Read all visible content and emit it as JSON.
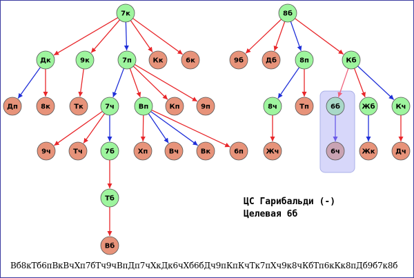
{
  "colors": {
    "internal_node": "#9ef59e",
    "leaf_node": "#e7937a",
    "highlight_internal": "#a8d8c8",
    "highlight_leaf": "#c9a3b3",
    "highlight_box": "#d7d7fa",
    "edge_red": "#e8262a",
    "edge_blue": "#1f2fd8",
    "edge_pink": "#f0607a",
    "edge_violet": "#6a5ae8"
  },
  "nodes": [
    {
      "id": "n7k",
      "label": "7к"
    },
    {
      "id": "nDk",
      "label": "Дк"
    },
    {
      "id": "n9k",
      "label": "9к"
    },
    {
      "id": "n7p",
      "label": "7п"
    },
    {
      "id": "nKk",
      "label": "Кк"
    },
    {
      "id": "n6k",
      "label": "6к"
    },
    {
      "id": "nDp",
      "label": "Дп"
    },
    {
      "id": "n8k",
      "label": "8к"
    },
    {
      "id": "nTk",
      "label": "Тк"
    },
    {
      "id": "n7ch",
      "label": "7ч"
    },
    {
      "id": "nVp",
      "label": "Вп"
    },
    {
      "id": "nKp",
      "label": "Кп"
    },
    {
      "id": "n9p",
      "label": "9п"
    },
    {
      "id": "n9ch",
      "label": "9ч"
    },
    {
      "id": "nTch",
      "label": "Тч"
    },
    {
      "id": "n7b",
      "label": "7б"
    },
    {
      "id": "nKhp",
      "label": "Хп"
    },
    {
      "id": "nBch",
      "label": "Вч"
    },
    {
      "id": "nVk",
      "label": "Вк"
    },
    {
      "id": "n6p",
      "label": "6п"
    },
    {
      "id": "nTb",
      "label": "Тб"
    },
    {
      "id": "nVb",
      "label": "Вб"
    },
    {
      "id": "n8b",
      "label": "8б"
    },
    {
      "id": "n9b",
      "label": "9б"
    },
    {
      "id": "nDb",
      "label": "Дб"
    },
    {
      "id": "n8p",
      "label": "8п"
    },
    {
      "id": "nKb",
      "label": "Кб"
    },
    {
      "id": "n8ch",
      "label": "8ч"
    },
    {
      "id": "nTp",
      "label": "Тп"
    },
    {
      "id": "n6b",
      "label": "6б"
    },
    {
      "id": "nZhb",
      "label": "Жб"
    },
    {
      "id": "nKch",
      "label": "Кч"
    },
    {
      "id": "nZhch",
      "label": "Жч"
    },
    {
      "id": "n6ch",
      "label": "6ч"
    },
    {
      "id": "nZhk",
      "label": "Жк"
    },
    {
      "id": "nDch",
      "label": "Дч"
    }
  ],
  "caption": {
    "line1": "ЦС Гарибальди (-)",
    "line2": "Целевая 6б"
  },
  "sequence": "Вб8кТб6пВкВчХп7бТч9чВпДп7чХкДк6чХб6бДч9пКпКчТк7пХч9к8чКбТп6кКк8пДб9б7к8б"
}
